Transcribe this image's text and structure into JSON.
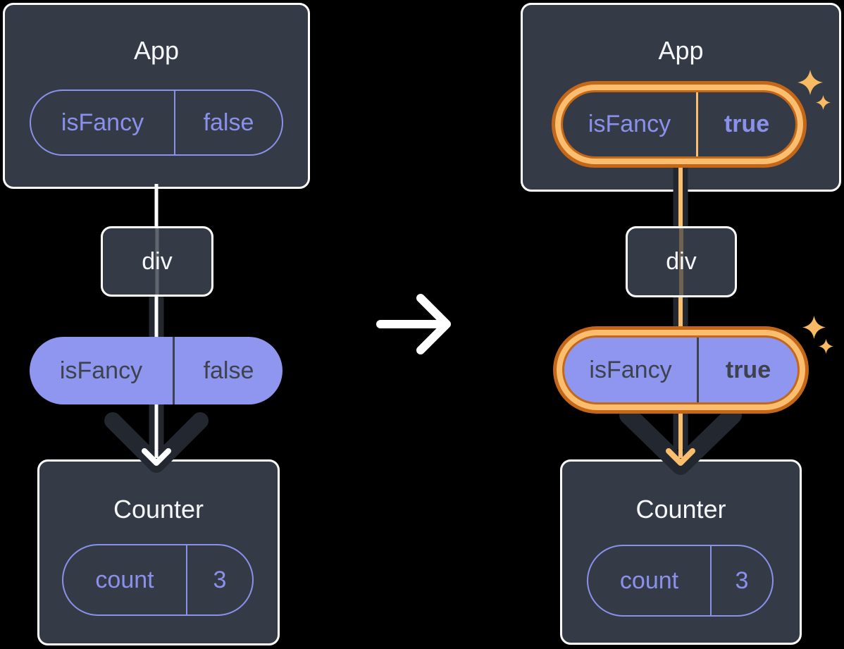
{
  "colors": {
    "background": "#000000",
    "box_fill": "#353B46",
    "box_border": "#FFFFFF",
    "purple": "#8A91EC",
    "purple_fill": "#8E96F0",
    "dark_text": "#3D424C",
    "dark_line": "#23272F",
    "white_text": "#F6F7F9",
    "orange_light": "#FABE6E",
    "orange_dark": "#C46718",
    "sparkle": "#F8BB63"
  },
  "before": {
    "app": {
      "title": "App",
      "state_key": "isFancy",
      "state_value": "false"
    },
    "div_label": "div",
    "prop": {
      "key": "isFancy",
      "value": "false"
    },
    "counter": {
      "title": "Counter",
      "state_key": "count",
      "state_value": "3"
    }
  },
  "after": {
    "app": {
      "title": "App",
      "state_key": "isFancy",
      "state_value": "true"
    },
    "div_label": "div",
    "prop": {
      "key": "isFancy",
      "value": "true"
    },
    "counter": {
      "title": "Counter",
      "state_key": "count",
      "state_value": "3"
    }
  }
}
